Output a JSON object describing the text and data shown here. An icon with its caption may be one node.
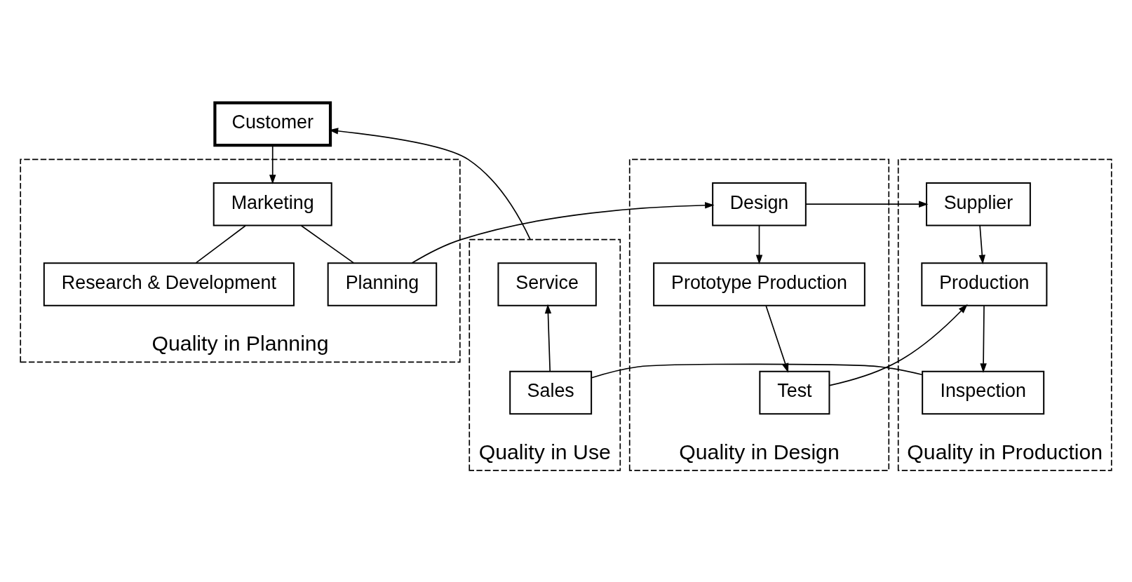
{
  "diagram": {
    "nodes": [
      {
        "text": [
          "Customer"
        ]
      },
      {
        "text": [
          "Quality in Planning"
        ]
      },
      {
        "text": [
          "Marketing"
        ],
        "in": 1
      },
      {
        "text": [
          "Research & Development"
        ],
        "in": 1
      },
      {
        "text": [
          "Planning"
        ],
        "in": 1
      },
      {
        "text": [
          "Quality in Design"
        ]
      },
      {
        "text": [
          "Design"
        ],
        "in": 5
      },
      {
        "text": [
          "Prototype Production"
        ],
        "in": 5
      },
      {
        "text": [
          "Test"
        ],
        "in": 5
      },
      {
        "text": [
          "Quality in Production"
        ]
      },
      {
        "text": [
          "Supplier"
        ],
        "in": 9
      },
      {
        "text": [
          "Production"
        ],
        "in": 9
      },
      {
        "text": [
          "Inspection"
        ],
        "in": 9
      },
      {
        "text": [
          "Quality in Use"
        ]
      },
      {
        "text": [
          "Service"
        ],
        "in": 13
      },
      {
        "text": [
          "Sales"
        ],
        "in": 13
      }
    ],
    "edges": [
      {
        "from": 0,
        "to": 2,
        "arrow": "to"
      },
      {
        "from": 2,
        "to": 3,
        "arrow": "none"
      },
      {
        "from": 2,
        "to": 4,
        "arrow": "none"
      },
      {
        "from": 4,
        "to": 6,
        "arrow": "to"
      },
      {
        "from": 6,
        "to": 7,
        "arrow": "to"
      },
      {
        "from": 7,
        "to": 8,
        "arrow": "to"
      },
      {
        "from": 6,
        "to": 10,
        "arrow": "to"
      },
      {
        "from": 8,
        "to": 11,
        "arrow": "to"
      },
      {
        "from": 10,
        "to": 11,
        "arrow": "to"
      },
      {
        "from": 11,
        "to": 12,
        "arrow": "to"
      },
      {
        "from": 12,
        "to": 15,
        "arrow": "none"
      },
      {
        "from": 15,
        "to": 14,
        "arrow": "to"
      },
      {
        "from": 13,
        "to": 0,
        "arrow": "to"
      }
    ]
  }
}
